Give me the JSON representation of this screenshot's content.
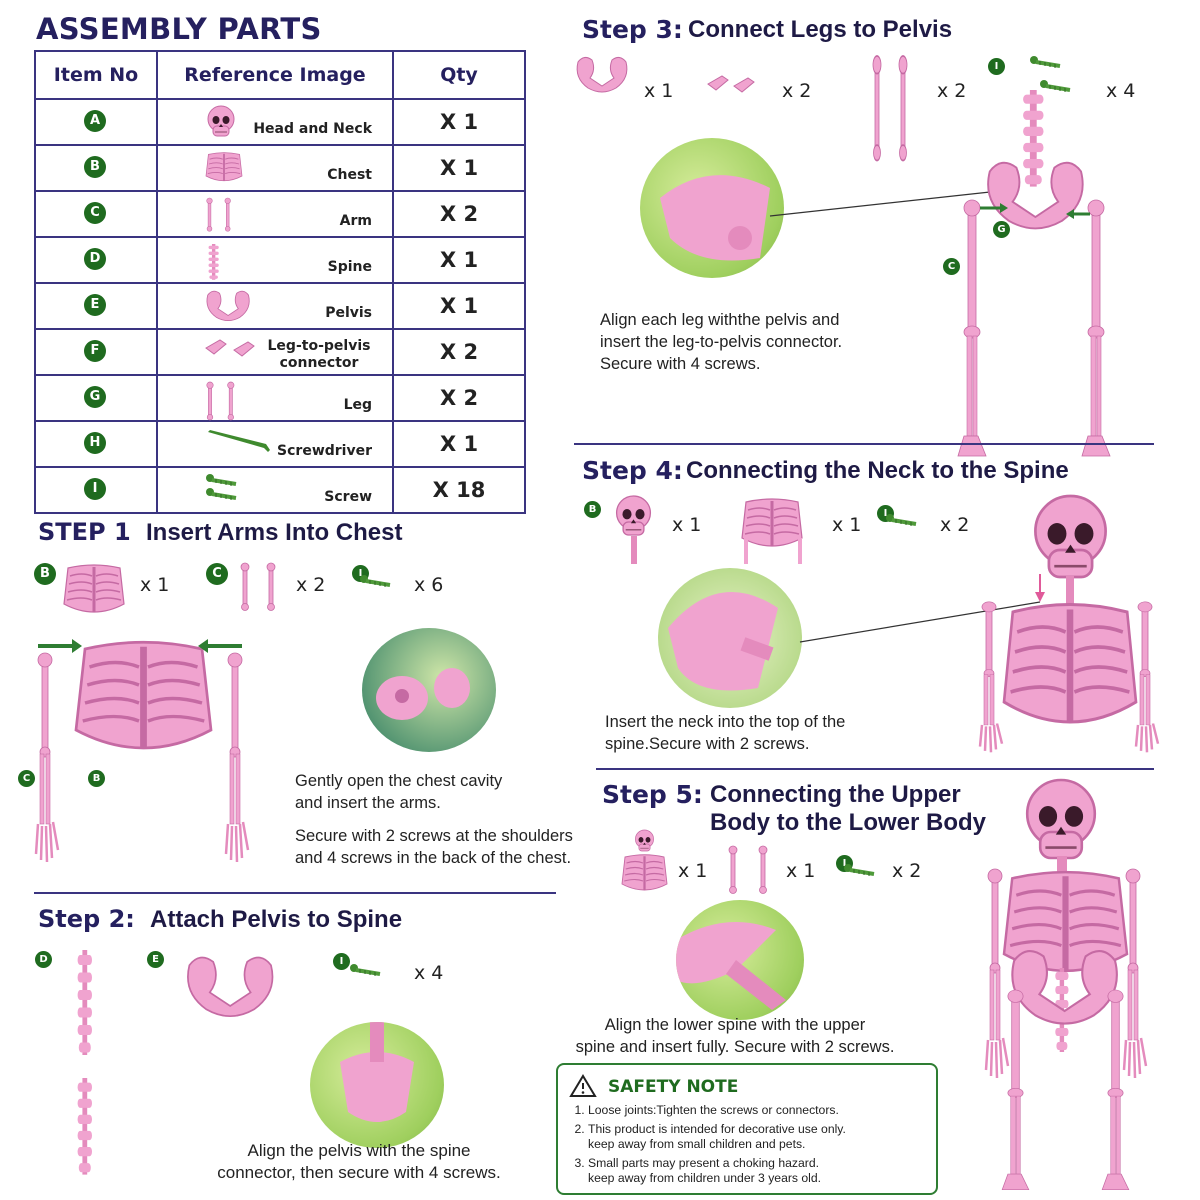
{
  "parts_section": {
    "title": "ASSEMBLY PARTS",
    "headers": [
      "Item No",
      "Reference Image",
      "Qty"
    ],
    "rows": [
      {
        "item": "A",
        "name": "Head and Neck",
        "qty": "X 1"
      },
      {
        "item": "B",
        "name": "Chest",
        "qty": "X 1"
      },
      {
        "item": "C",
        "name": "Arm",
        "qty": "X 2"
      },
      {
        "item": "D",
        "name": "Spine",
        "qty": "X 1"
      },
      {
        "item": "E",
        "name": "Pelvis",
        "qty": "X 1"
      },
      {
        "item": "F",
        "name": "Leg-to-pelvis connector",
        "qty": "X 2"
      },
      {
        "item": "G",
        "name": "Leg",
        "qty": "X 2"
      },
      {
        "item": "H",
        "name": "Screwdriver",
        "qty": "X 1"
      },
      {
        "item": "I",
        "name": "Screw",
        "qty": "X 18"
      }
    ]
  },
  "step1": {
    "label": "STEP 1",
    "title": "Insert Arms Into Chest",
    "parts": [
      {
        "item": "B",
        "qty": "x 1"
      },
      {
        "item": "C",
        "qty": "x 2"
      },
      {
        "item": "I",
        "qty": "x 6"
      }
    ],
    "callouts": [
      "C",
      "B"
    ],
    "desc1": [
      "Gently open the chest cavity",
      "and insert the arms."
    ],
    "desc2": [
      "Secure with 2 screws at the shoulders",
      "and 4 screws in the back of the chest."
    ]
  },
  "step2": {
    "label": "Step 2:",
    "title": "Attach Pelvis to Spine",
    "parts": [
      {
        "item": "D"
      },
      {
        "item": "E"
      },
      {
        "item": "I",
        "qty": "x 4"
      }
    ],
    "desc": [
      "Align the pelvis with the spine",
      "connector, then secure with 4 screws."
    ]
  },
  "step3": {
    "label": "Step 3:",
    "title": "Connect Legs to Pelvis",
    "parts": [
      {
        "qty": "x 1"
      },
      {
        "qty": "x 2"
      },
      {
        "qty": "x 2"
      },
      {
        "item": "I",
        "qty": "x 4"
      }
    ],
    "callouts": [
      "G",
      "C"
    ],
    "desc": [
      "Align each leg withthe pelvis and",
      "insert the leg-to-pelvis connector.",
      "Secure with 4 screws."
    ]
  },
  "step4": {
    "label": "Step 4:",
    "title": "Connecting the Neck to the Spine",
    "parts": [
      {
        "item": "B",
        "qty": "x 1"
      },
      {
        "qty": "x 1"
      },
      {
        "item": "I",
        "qty": "x 2"
      }
    ],
    "desc": [
      "Insert the neck into the top of the",
      "spine.Secure with 2 screws."
    ]
  },
  "step5": {
    "label": "Step 5:",
    "title_lines": [
      "Connecting the Upper",
      "Body to the Lower Body"
    ],
    "parts": [
      {
        "qty": "x 1"
      },
      {
        "qty": "x 1"
      },
      {
        "item": "I",
        "qty": "x 2"
      }
    ],
    "desc": [
      "Align the lower spine with the upper",
      "spine and insert fully. Secure with 2 screws."
    ]
  },
  "safety": {
    "title": "SAFETY NOTE",
    "items": [
      [
        "Loose joints:Tighten the screws or connectors."
      ],
      [
        "This product is intended for decorative use only.",
        "keep away from small children and pets."
      ],
      [
        "Small parts may present a choking hazard.",
        "keep away from children under 3 years old."
      ]
    ]
  },
  "colors": {
    "bone": "#f0a3cf",
    "bone_dark": "#d77db4",
    "navy": "#25205f",
    "green": "#1f6b1f",
    "screw": "#4f9a3a"
  }
}
